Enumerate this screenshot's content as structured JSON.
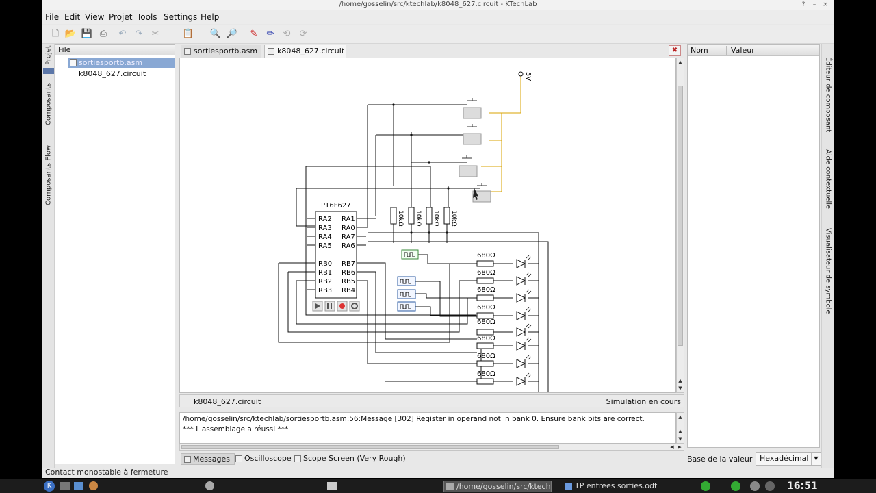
{
  "window": {
    "title": "/home/gosselin/src/ktechlab/k8048_627.circuit - KTechLab",
    "buttons": {
      "help": "?",
      "minimize": "–",
      "close": "×"
    }
  },
  "menu": [
    "File",
    "Edit",
    "View",
    "Projet",
    "Tools",
    "Settings",
    "Help"
  ],
  "left_dock": {
    "tabs": [
      "Projet",
      "Composants",
      "Composants Flow"
    ],
    "header": "File",
    "items": [
      "sortiesportb.asm",
      "k8048_627.circuit"
    ]
  },
  "doc_tabs": [
    "sortiesportb.asm",
    "k8048_627.circuit"
  ],
  "circuit": {
    "supply_label": "5V",
    "pic_label": "P16F627",
    "pins_left": [
      "RA2",
      "RA3",
      "RA4",
      "RA5",
      "RB0",
      "RB1",
      "RB2",
      "RB3"
    ],
    "pins_right": [
      "RA1",
      "RA0",
      "RA7",
      "RA6",
      "RB7",
      "RB6",
      "RB5",
      "RB4"
    ],
    "pullup_label": "10kΩ",
    "led_resistor_label": "680Ω"
  },
  "doc_status": {
    "file": "k8048_627.circuit",
    "state": "Simulation en cours"
  },
  "messages": [
    "/home/gosselin/src/ktechlab/sortiesportb.asm:56:Message [302] Register in operand not in bank 0.  Ensure bank bits are correct.",
    "*** L'assemblage a réussi ***"
  ],
  "bottom_tabs": [
    "Messages",
    "Oscilloscope",
    "Scope Screen (Very Rough)"
  ],
  "properties": {
    "col_name": "Nom",
    "col_value": "Valeur",
    "base_label": "Base de la valeur :",
    "base_value": "Hexadécimal"
  },
  "right_dock": {
    "tabs": [
      "Éditeur de composant",
      "Aide contextuelle",
      "Visualisateur de symbole"
    ]
  },
  "status": "Contact monostable à fermeture",
  "taskbar": {
    "tasks": [
      "/home/gosselin/src/ktechl...",
      "TP entrees sorties.odt"
    ],
    "clock": "16:51"
  }
}
